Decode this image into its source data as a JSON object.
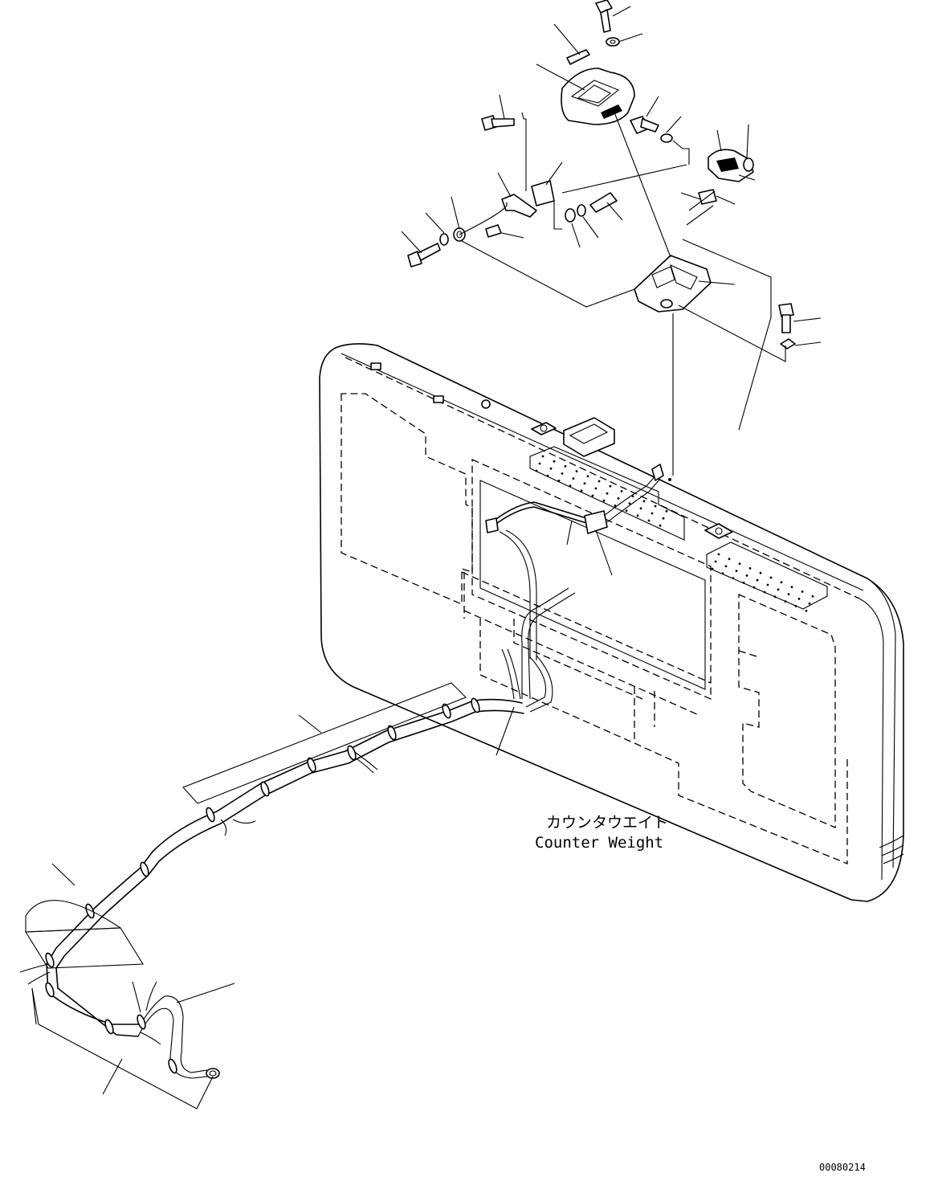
{
  "labels": {
    "counterweight_jp": "カウンタウエイト",
    "counterweight_en": "Counter Weight",
    "figure_number": "00080214"
  }
}
